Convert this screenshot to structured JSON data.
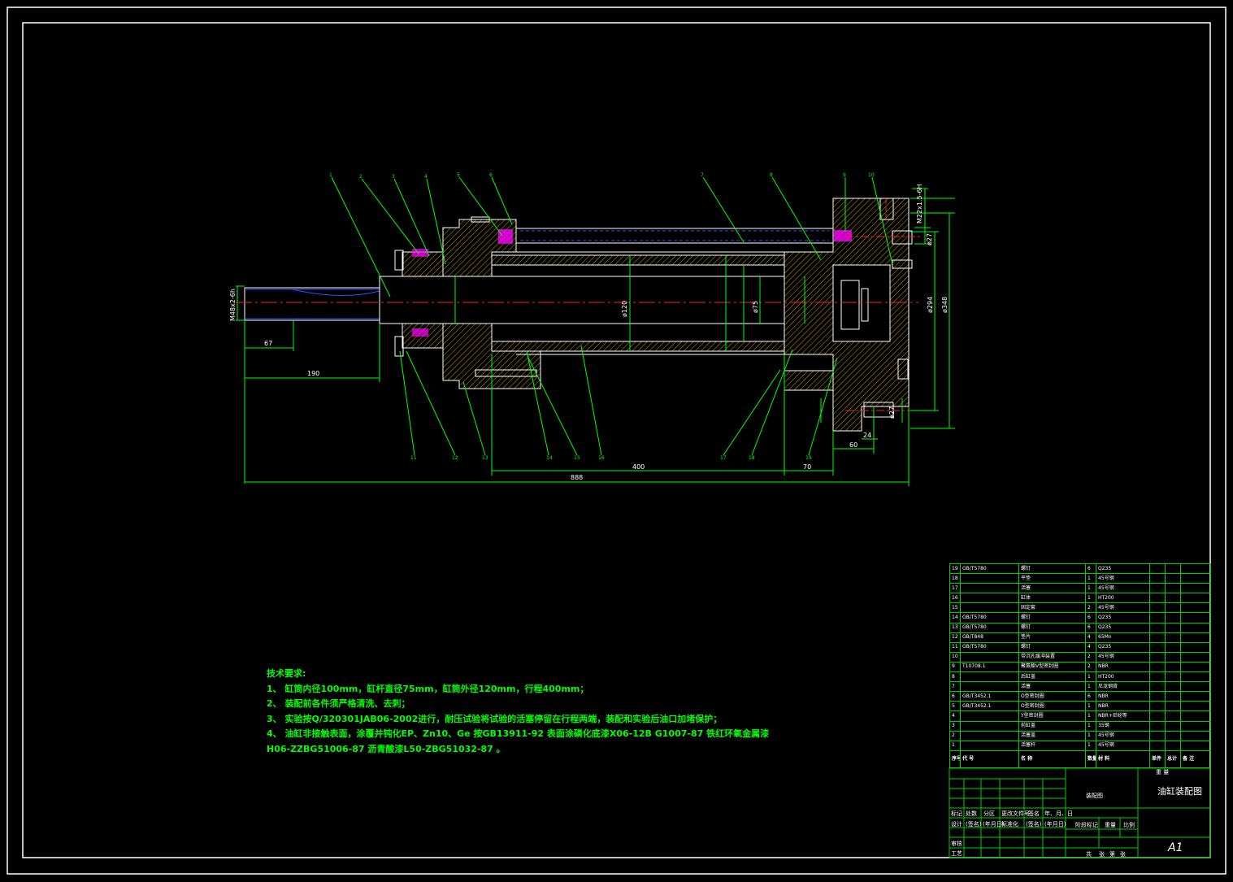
{
  "tech_requirements": {
    "title": "技术要求:",
    "lines": [
      "1、 缸筒内径100mm，缸杆直径75mm，缸筒外径120mm，行程400mm；",
      "2、 装配前各件须严格清洗、去刺；",
      "3、 实验按Q/320301JAB06-2002进行，耐压试验将试验的活塞停留在行程两端，装配和实验后油口加堵保护；",
      "4、 油缸非接触表面，涂覆并钝化EP、Zn10、Ge 按GB13911-92 表面涂磷化底漆X06-12B G1007-87 铁红环氧金属漆",
      "H06-ZZBG51006-87 沥青酸漆L50-ZBG51032-87 。"
    ]
  },
  "dimensions": {
    "d_67": "67",
    "d_190": "190",
    "d_400": "400",
    "d_70": "70",
    "d_888": "888",
    "d_60": "60",
    "d_24": "24",
    "thread_rod": "M48x2-6h",
    "thread_port": "M22x1.5-6H",
    "dia_120": "ø120",
    "dia_75": "ø75",
    "dia_294": "ø294",
    "dia_348": "ø348",
    "dia_27a": "ø27",
    "dia_27b": "ø27"
  },
  "callouts": [
    "1",
    "2",
    "3",
    "4",
    "5",
    "6",
    "7",
    "8",
    "9",
    "10",
    "11",
    "12",
    "13",
    "14",
    "15",
    "16",
    "17",
    "18",
    "19"
  ],
  "bom": {
    "rows": [
      [
        "19",
        "GB/T5780",
        "螺钉",
        "6",
        "Q235",
        "",
        ""
      ],
      [
        "18",
        "",
        "平垫",
        "1",
        "45号钢",
        "",
        ""
      ],
      [
        "17",
        "",
        "活塞",
        "1",
        "45号钢",
        "",
        ""
      ],
      [
        "16",
        "",
        "缸体",
        "1",
        "HT200",
        "",
        ""
      ],
      [
        "15",
        "",
        "固定套",
        "2",
        "45号钢",
        "",
        ""
      ],
      [
        "14",
        "GB/T5780",
        "螺钉",
        "6",
        "Q235",
        "",
        ""
      ],
      [
        "13",
        "GB/T5780",
        "螺钉",
        "6",
        "Q235",
        "",
        ""
      ],
      [
        "12",
        "GB/T848",
        "垫片",
        "4",
        "65Mn",
        "",
        ""
      ],
      [
        "11",
        "GB/T5780",
        "螺钉",
        "4",
        "Q235",
        "",
        ""
      ],
      [
        "10",
        "",
        "带沉孔缓冲装置",
        "2",
        "45号钢",
        "",
        ""
      ],
      [
        "9",
        "T10708.1",
        "聚氨酯V型密封圈",
        "2",
        "NBR",
        "",
        ""
      ],
      [
        "8",
        "",
        "后缸盖",
        "1",
        "HT200",
        "",
        ""
      ],
      [
        "7",
        "",
        "活塞",
        "1",
        "尼龙钢背",
        "",
        ""
      ],
      [
        "6",
        "GB/T3452.1",
        "O型密封圈",
        "6",
        "NBR",
        "",
        ""
      ],
      [
        "5",
        "GB/T3452.1",
        "O型密封圈",
        "1",
        "NBR",
        "",
        ""
      ],
      [
        "4",
        "",
        "Y型密封圈",
        "1",
        "NBR+尼纶等",
        "",
        ""
      ],
      [
        "3",
        "",
        "前缸盖",
        "1",
        "35钢",
        "",
        ""
      ],
      [
        "2",
        "",
        "活塞盖",
        "1",
        "45号钢",
        "",
        ""
      ],
      [
        "1",
        "",
        "活塞杆",
        "1",
        "45号钢",
        "",
        ""
      ]
    ],
    "header": [
      "序号",
      "代 号",
      "名 称",
      "数量",
      "材 料",
      "单件",
      "总计",
      "备 注"
    ],
    "header_sub": "重 量"
  },
  "title_block": {
    "drawing_name": "油缸装配图",
    "assembly_label": "装配图",
    "sheet_size": "A1",
    "row_labels": [
      "标记",
      "处数",
      "分区",
      "更改文件号",
      "签名",
      "年、月、日"
    ],
    "row_labels2": [
      "设计",
      "(签名)",
      "(年月日)",
      "标准化",
      "(签名)",
      "(年月日)"
    ],
    "stage_labels": [
      "阶段标记",
      "重量",
      "比例"
    ],
    "review": "审核",
    "process": "工艺",
    "sheet_info": [
      "共",
      "张",
      "第",
      "张"
    ]
  },
  "colors": {
    "line_white": "#ffffff",
    "line_green": "#00ff00",
    "hatch": "#ffcc00",
    "center_red": "#ff2020",
    "seal_magenta": "#ff00ff",
    "blue": "#3050ff",
    "cyan": "#00ffff"
  }
}
